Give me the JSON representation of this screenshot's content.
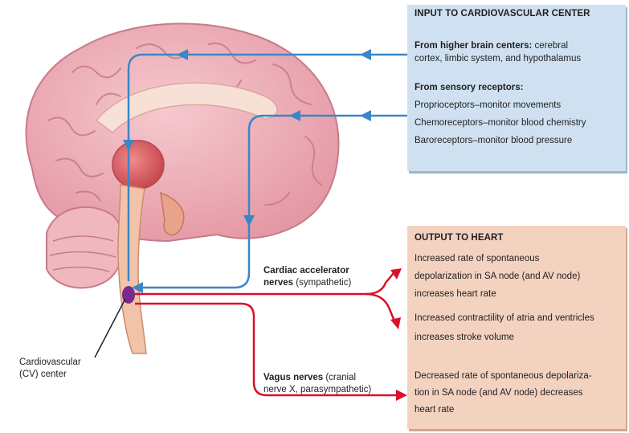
{
  "input": {
    "heading": "INPUT TO CARDIOVASCULAR CENTER",
    "higher": {
      "title": "From higher brain centers:",
      "line1_rest": " cerebral",
      "line2": "cortex, limbic system, and hypothalamus"
    },
    "sensory": {
      "title": "From sensory receptors:",
      "lines": [
        "Proprioceptors–monitor movements",
        "Chemoreceptors–monitor blood chemistry",
        "Baroreceptors–monitor blood pressure"
      ]
    }
  },
  "output": {
    "heading": "OUTPUT TO HEART",
    "effect1": [
      "Increased rate of spontaneous",
      "depolarization in SA node (and AV node)",
      "increases heart rate"
    ],
    "effect2": [
      "Increased contractility of atria and ventricles",
      "increases stroke volume"
    ],
    "effect3": [
      "Decreased rate of spontaneous depolariza-",
      "tion in SA node (and AV node) decreases",
      "heart rate"
    ]
  },
  "nerves": {
    "cardiac_bold": "Cardiac accelerator",
    "cardiac_bold2": "nerves",
    "cardiac_rest": " (sympathetic)",
    "vagus_bold": "Vagus nerves",
    "vagus_rest1": " (cranial",
    "vagus_line2": "nerve X, parasympathetic)"
  },
  "cv_center": {
    "line1": "Cardiovascular",
    "line2": "(CV) center"
  },
  "colors": {
    "input_arrow": "#3a86c8",
    "output_arrow": "#d8102a",
    "input_panel": "#cfe1f1",
    "output_panel": "#f4d2c0",
    "brain": "#eeb0b8"
  }
}
